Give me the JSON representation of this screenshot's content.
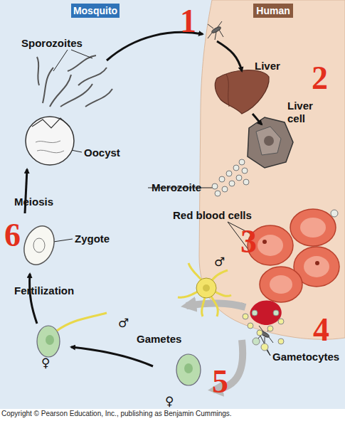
{
  "diagram": {
    "nodes": [
      {
        "text": [
          "Mosquito"
        ]
      },
      {
        "text": [
          "Human"
        ]
      }
    ],
    "labels": [
      "Sporozoites",
      "1",
      "Liver",
      "2",
      "Liver cell",
      "Oocyst",
      "Merozoite",
      "Meiosis",
      "Red blood cells",
      "6",
      "Zygote",
      "3",
      "♂",
      "Fertilization",
      "♂",
      "4",
      "Gametes",
      "Gametocytes",
      "♀",
      "5",
      "♀",
      "Copyright © Pearson Education, Inc., publishing as Benjamin Cummings."
    ]
  }
}
